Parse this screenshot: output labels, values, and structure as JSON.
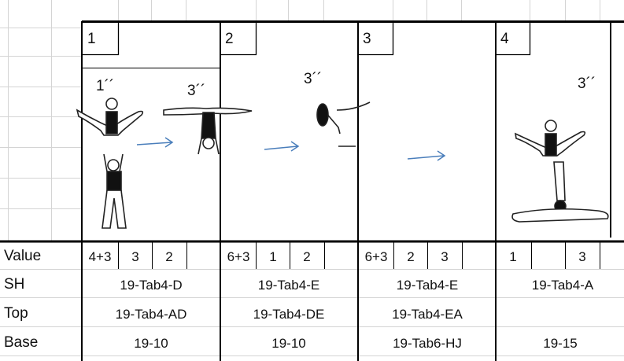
{
  "sections": [
    {
      "number": "1",
      "primes": [
        "1´´",
        "3´´"
      ],
      "values": [
        "4+3",
        "3",
        "2",
        ""
      ],
      "sh": "19-Tab4-D",
      "top": "19-Tab4-AD",
      "base": "19-10"
    },
    {
      "number": "2",
      "primes": [
        "3´´"
      ],
      "values": [
        "6+3",
        "1",
        "2",
        ""
      ],
      "sh": "19-Tab4-E",
      "top": "19-Tab4-DE",
      "base": "19-10"
    },
    {
      "number": "3",
      "primes": [],
      "values": [
        "6+3",
        "2",
        "3",
        ""
      ],
      "sh": "19-Tab4-E",
      "top": "19-Tab4-EA",
      "base": "19-Tab6-HJ"
    },
    {
      "number": "4",
      "primes": [
        "3´´"
      ],
      "values": [
        "1",
        "",
        "3",
        ""
      ],
      "sh": "19-Tab4-A",
      "top": "",
      "base": "19-15"
    }
  ],
  "row_labels": {
    "value": "Value",
    "sh": "SH",
    "top": "Top",
    "base": "Base"
  },
  "colors": {
    "grid": "#d4d4d4",
    "line": "#000000",
    "arrow": "#4a7ebb"
  },
  "icons": [
    "gymnast-split-icon",
    "gymnast-standing-icon",
    "gymnast-handstand-icon",
    "gymnast-pike-icon",
    "arrow-right-icon"
  ]
}
